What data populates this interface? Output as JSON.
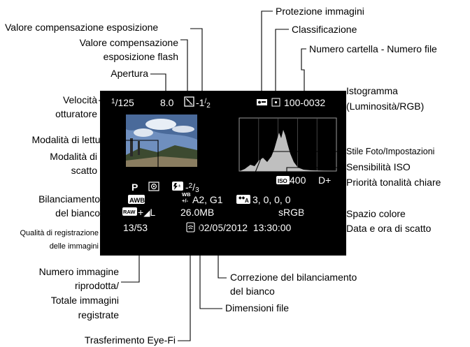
{
  "screen": {
    "shutter_speed": "1/125",
    "aperture": "8.0",
    "exposure_comp": "-1/2",
    "protect_icon": "O-m",
    "rating_icon": "[·]",
    "folder_file": "100-0032",
    "metering_icon": "[◉]",
    "shooting_mode": "P",
    "flash_comp_icon": "⚡±",
    "flash_comp": "-2/3",
    "wb_icon": "AWB",
    "picture_style_icon": "A",
    "picture_style_values": "3, 0, 0, 0",
    "iso_icon": "ISO",
    "iso_value": "400",
    "highlight_tone": "D+",
    "wb_correction_icon": "WB",
    "wb_correction": "A2, G1",
    "quality": "RAW+◢L",
    "file_size": "26.0MB",
    "color_space": "sRGB",
    "image_count": "13/53",
    "datetime": "02/05/2012  13:30:00"
  },
  "labels": {
    "exp_comp": "Valore compensazione esposizione",
    "flash_comp_1": "Valore compensazione",
    "flash_comp_2": "esposizione flash",
    "aperture": "Apertura",
    "shutter_1": "Velocità",
    "shutter_2": "otturatore",
    "metering": "Modalità di lettura",
    "shoot_mode_1": "Modalità di",
    "shoot_mode_2": "scatto",
    "wb_1": "Bilanciamento",
    "wb_2": "del bianco",
    "quality_1": "Qualità di registrazione",
    "quality_2": "delle immagini",
    "img_num_1": "Numero immagine",
    "img_num_2": "riprodotta/",
    "img_num_3": "Totale immagini",
    "img_num_4": "registrate",
    "eyefi": "Trasferimento Eye-Fi",
    "protect": "Protezione immagini",
    "rating": "Classificazione",
    "folder": "Numero cartella - Numero file",
    "histogram_1": "Istogramma",
    "histogram_2": "(Luminosità/RGB)",
    "picture_style": "Stile Foto/Impostazioni",
    "iso": "Sensibilità ISO",
    "highlight": "Priorità tonalità chiare",
    "color_space": "Spazio colore",
    "datetime": "Data e ora di scatto",
    "wb_corr_1": "Correzione del bilanciamento",
    "wb_corr_2": "del bianco",
    "file_size": "Dimensioni file"
  },
  "colors": {
    "screen_bg": "#000000",
    "screen_text": "#ffffff",
    "histogram_fill": "#bfbfbf",
    "photo_sky": "#6f8fbf"
  }
}
